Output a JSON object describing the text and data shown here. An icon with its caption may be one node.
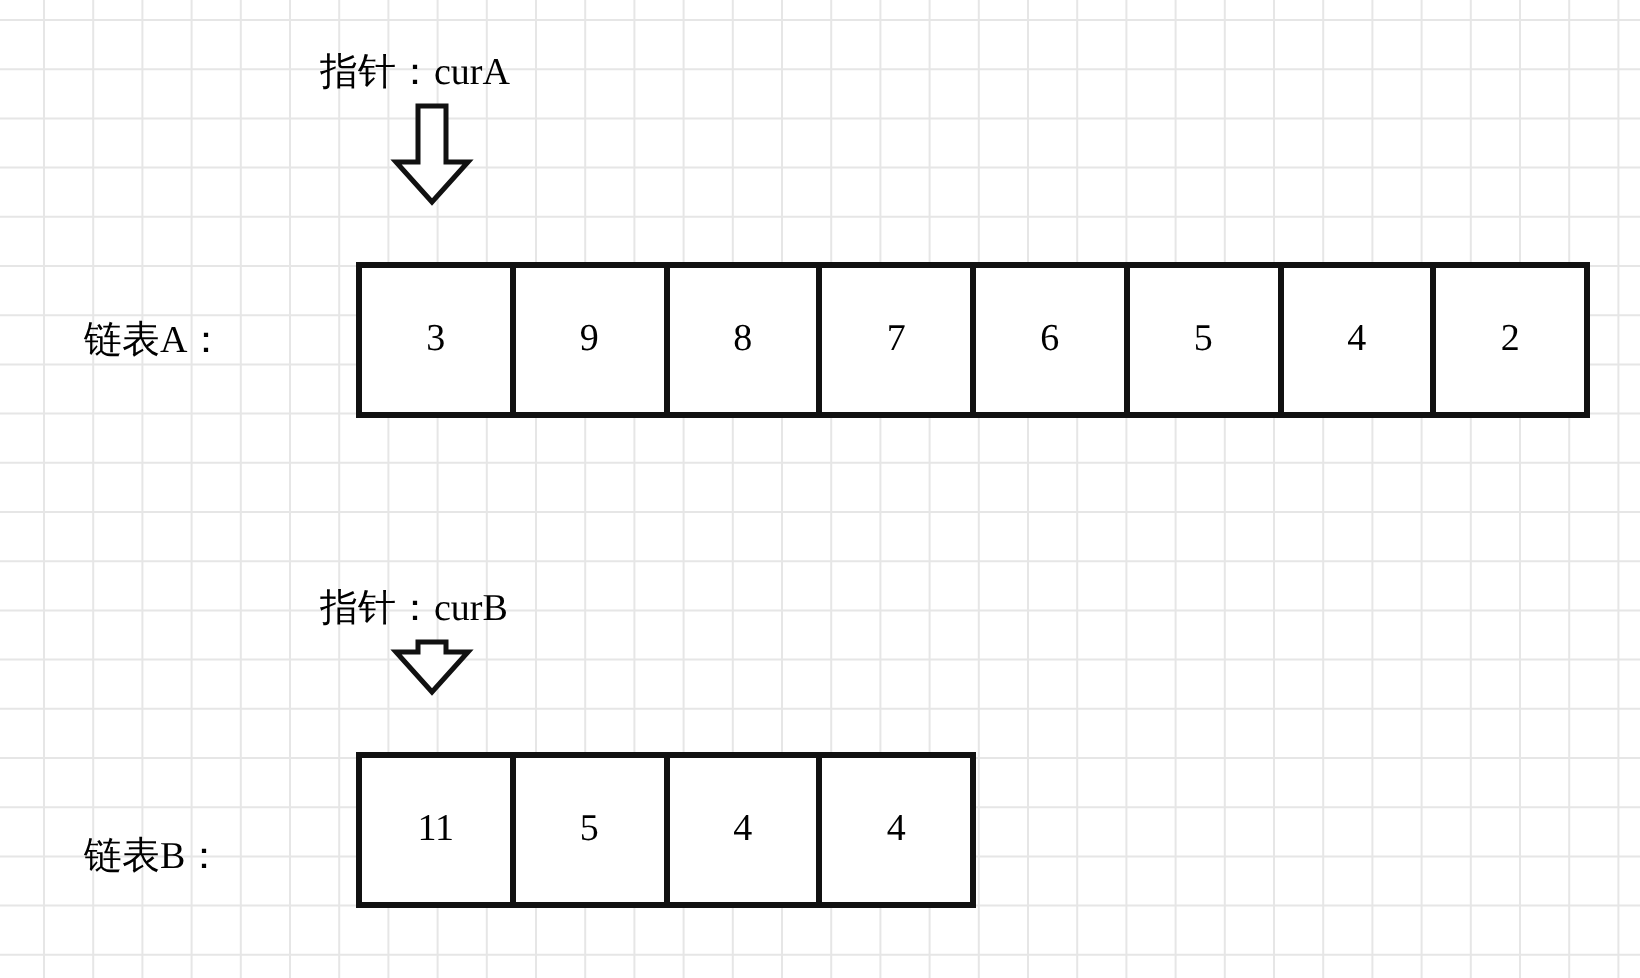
{
  "diagram": {
    "nodes": [
      {
        "text": [
          "指针：curA"
        ]
      },
      {
        "text": [
          "3"
        ]
      },
      {
        "text": [
          "9"
        ]
      },
      {
        "text": [
          "8"
        ]
      },
      {
        "text": [
          "7"
        ]
      },
      {
        "text": [
          "6"
        ]
      },
      {
        "text": [
          "5"
        ]
      },
      {
        "text": [
          "4"
        ]
      },
      {
        "text": [
          "2"
        ]
      },
      {
        "text": [
          "指针：curB"
        ]
      },
      {
        "text": [
          "11"
        ]
      },
      {
        "text": [
          "5"
        ]
      },
      {
        "text": [
          "4"
        ]
      },
      {
        "text": [
          "4"
        ]
      }
    ],
    "edges": [
      {
        "from": 0,
        "to": 1,
        "arrow": "to"
      },
      {
        "from": 9,
        "to": 10,
        "arrow": "to"
      }
    ],
    "labels": [
      "链表A：",
      "链表B："
    ]
  }
}
